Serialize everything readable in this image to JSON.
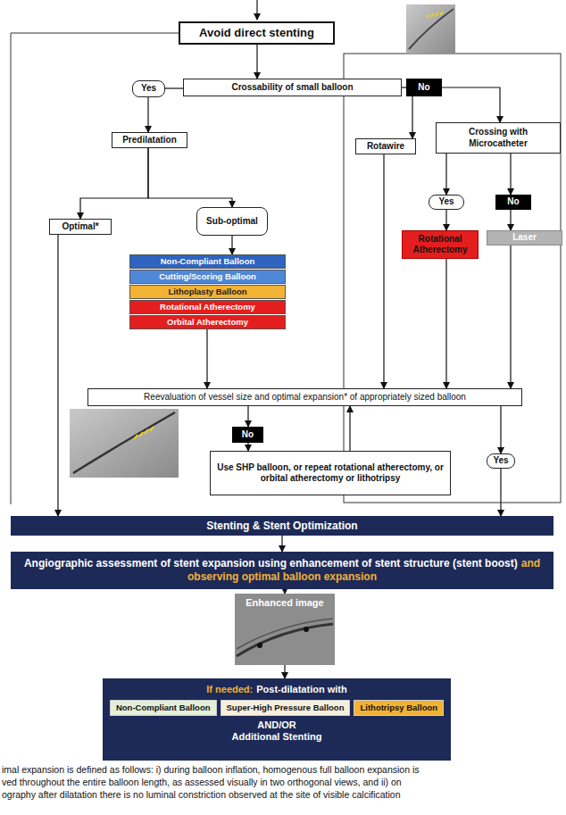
{
  "diagram": {
    "nodes": [
      {
        "text": [
          "Avoid direct stenting"
        ]
      },
      {
        "text": [
          "Crossability of small balloon"
        ]
      },
      {
        "text": [
          "Yes"
        ]
      },
      {
        "text": [
          "No"
        ]
      },
      {
        "text": [
          "Predilatation"
        ]
      },
      {
        "text": [
          "Rotawire"
        ]
      },
      {
        "text": [
          "Crossing with Microcatheter"
        ]
      },
      {
        "text": [
          "Yes"
        ]
      },
      {
        "text": [
          "No"
        ]
      },
      {
        "text": [
          "Optimal*"
        ]
      },
      {
        "text": [
          "Sub-optimal"
        ]
      },
      {
        "text": [
          "Rotational Atherectomy"
        ]
      },
      {
        "text": [
          "Laser"
        ]
      },
      {
        "text": [
          "Non-Compliant Balloon"
        ]
      },
      {
        "text": [
          "Cutting/Scoring Balloon"
        ]
      },
      {
        "text": [
          "Lithoplasty Balloon"
        ]
      },
      {
        "text": [
          "Rotational Atherectomy"
        ]
      },
      {
        "text": [
          "Orbital Atherectomy"
        ]
      },
      {
        "text": [
          "Reevaluation of vessel size and optimal expansion* of appropriately sized balloon"
        ]
      },
      {
        "text": [
          "No"
        ]
      },
      {
        "text": [
          "Use SHP balloon, or repeat rotational atherectomy, or orbital atherectomy or lithotripsy"
        ]
      },
      {
        "text": [
          "Yes"
        ]
      },
      {
        "text": [
          "Stenting & Stent Optimization"
        ]
      },
      {
        "text": [
          "Angiographic assessment of stent expansion using enhancement of stent structure (stent boost)",
          "and observing optimal balloon expansion"
        ]
      },
      {
        "text": [
          "Enhanced image"
        ]
      },
      {
        "text": [
          "If needed:",
          "Post-dilatation with",
          "AND/OR",
          "Additional Stenting"
        ]
      },
      {
        "text": [
          "Non-Compliant Balloon"
        ],
        "in": 25
      },
      {
        "text": [
          "Super-High Pressure Balloon"
        ],
        "in": 25
      },
      {
        "text": [
          "Lithotripsy Balloon"
        ],
        "in": 25
      }
    ],
    "edges": [
      {
        "from": 0,
        "to": 1,
        "arrow": "to"
      },
      {
        "from": 1,
        "to": 2,
        "arrow": "none"
      },
      {
        "from": 2,
        "to": 4,
        "arrow": "to"
      },
      {
        "from": 1,
        "to": 3,
        "arrow": "none"
      },
      {
        "from": 3,
        "to": 5,
        "arrow": "to"
      },
      {
        "from": 3,
        "to": 6,
        "arrow": "to"
      },
      {
        "from": 4,
        "to": 9,
        "arrow": "to"
      },
      {
        "from": 4,
        "to": 10,
        "arrow": "to"
      },
      {
        "from": 10,
        "to": 13,
        "arrow": "to"
      },
      {
        "from": 6,
        "to": 7,
        "arrow": "to"
      },
      {
        "from": 6,
        "to": 8,
        "arrow": "to"
      },
      {
        "from": 7,
        "to": 11,
        "arrow": "to"
      },
      {
        "from": 8,
        "to": 12,
        "arrow": "to"
      },
      {
        "from": 5,
        "to": 18,
        "arrow": "to"
      },
      {
        "from": 17,
        "to": 18,
        "arrow": "to"
      },
      {
        "from": 11,
        "to": 18,
        "arrow": "to"
      },
      {
        "from": 12,
        "to": 18,
        "arrow": "to"
      },
      {
        "from": 18,
        "to": 19,
        "arrow": "to"
      },
      {
        "from": 19,
        "to": 20,
        "arrow": "to"
      },
      {
        "from": 20,
        "to": 18,
        "arrow": "to"
      },
      {
        "from": 18,
        "to": 21,
        "arrow": "to"
      },
      {
        "from": 21,
        "to": 22,
        "arrow": "to"
      },
      {
        "from": 9,
        "to": 22,
        "arrow": "to"
      },
      {
        "from": 22,
        "to": 23,
        "arrow": "to"
      },
      {
        "from": 23,
        "to": 24,
        "arrow": "to"
      },
      {
        "from": 24,
        "to": 25,
        "arrow": "to"
      }
    ],
    "labels": [
      "imal expansion is defined as follows: i) during balloon inflation, homogenous full balloon expansion is",
      "ved throughout the entire balloon length, as assessed visually in two orthogonal views, and ii) on",
      "ography after dilatation there is no luminal constriction observed at the site of visible calcification"
    ]
  }
}
